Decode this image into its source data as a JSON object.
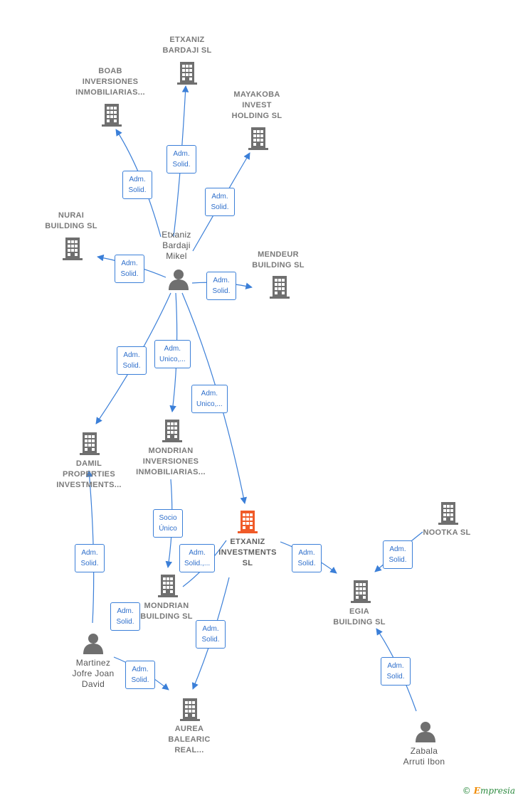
{
  "colors": {
    "edge": "#3b7fd8",
    "icon": "#6f6f6f",
    "focus": "#f05a28"
  },
  "nodes": {
    "etxaniz_bardaji_sl": "ETXANIZ\nBARDAJI SL",
    "boab": "BOAB\nINVERSIONES\nINMOBILIARIAS...",
    "mayakoba": "MAYAKOBA\nINVEST\nHOLDING  SL",
    "nurai": "NURAI\nBUILDING  SL",
    "mendeur": "MENDEUR\nBUILDING  SL",
    "etxaniz_mikel": "Etxaniz\nBardaji\nMikel",
    "damil": "DAMIL\nPROPERTIES\nINVESTMENTS...",
    "mondrian_inv": "MONDRIAN\nINVERSIONES\nINMOBILIARIAS...",
    "etxaniz_investments": "ETXANIZ\nINVESTMENTS\nSL",
    "nootka": "NOOTKA  SL",
    "egia": "EGIA\nBUILDING  SL",
    "mondrian_building": "MONDRIAN\nBUILDING  SL",
    "martinez": "Martinez\nJofre Joan\nDavid",
    "aurea": "AUREA\nBALEARIC\nREAL...",
    "zabala": "Zabala\nArruti Ibon"
  },
  "edges": {
    "e1": "Adm.\nSolid.",
    "e2": "Adm.\nSolid.",
    "e3": "Adm.\nSolid.",
    "e4": "Adm.\nSolid.",
    "e5": "Adm.\nSolid.",
    "e6": "Adm.\nSolid.",
    "e7": "Adm.\nUnico,...",
    "e8": "Adm.\nUnico,...",
    "e9": "Socio\nÚnico",
    "e10": "Adm.\nSolid.,...",
    "e11": "Adm.\nSolid.",
    "e12": "Adm.\nSolid.",
    "e13": "Adm.\nSolid.",
    "e14": "Adm.\nSolid.",
    "e15": "Adm.\nSolid.",
    "e16": "Adm.\nSolid.",
    "e17": "Adm.\nSolid."
  },
  "footer": {
    "copyright": "©",
    "brand_first": "E",
    "brand_rest": "mpresia"
  }
}
